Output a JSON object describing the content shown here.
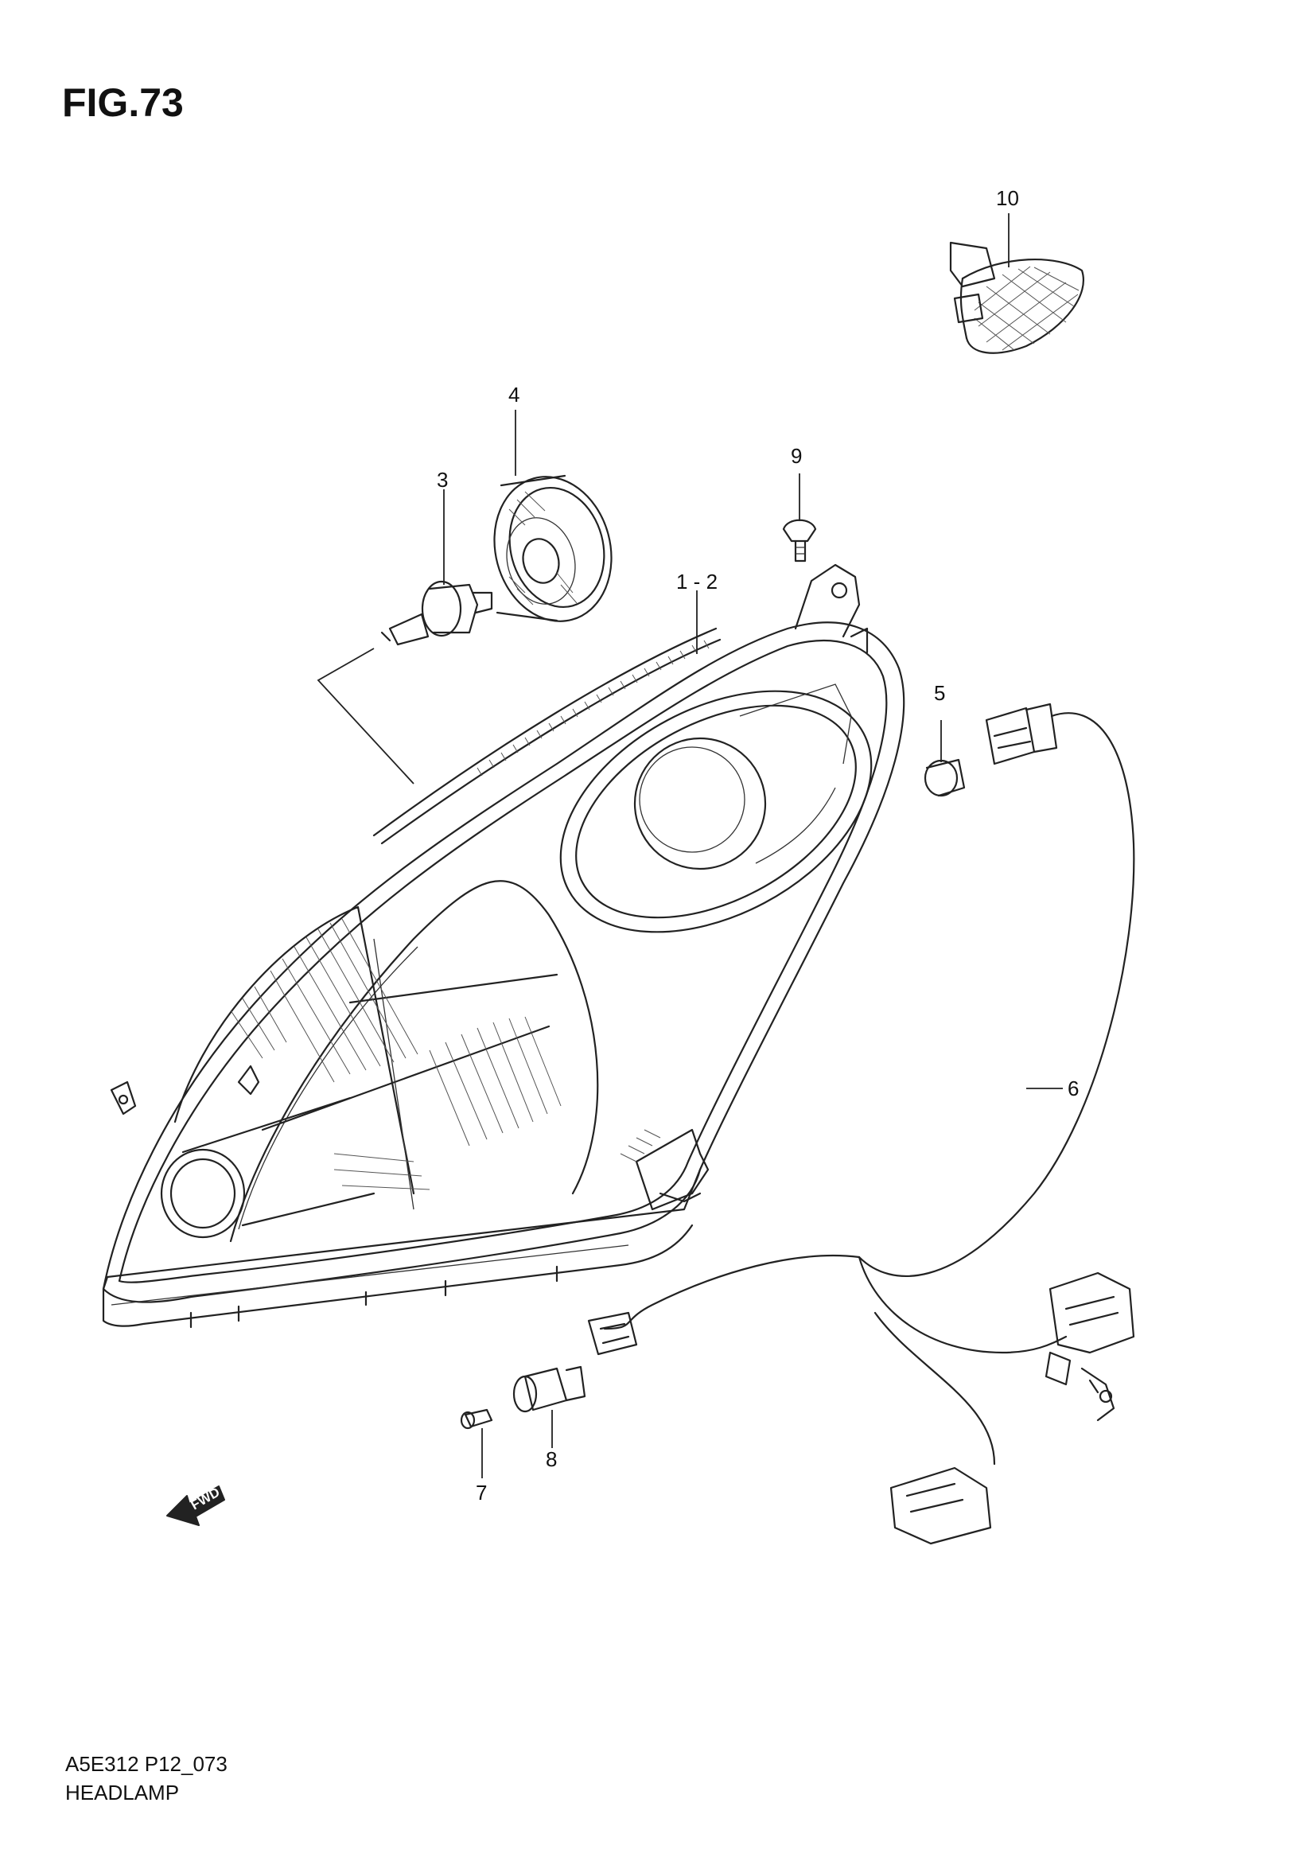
{
  "figure": {
    "title": "FIG.73",
    "code": "A5E312 P12_073",
    "name": "HEADLAMP"
  },
  "callouts": {
    "c1": "1 - 2",
    "c3": "3",
    "c4": "4",
    "c5": "5",
    "c6": "6",
    "c7": "7",
    "c8": "8",
    "c9": "9",
    "c10": "10"
  },
  "direction_label": "FWD"
}
